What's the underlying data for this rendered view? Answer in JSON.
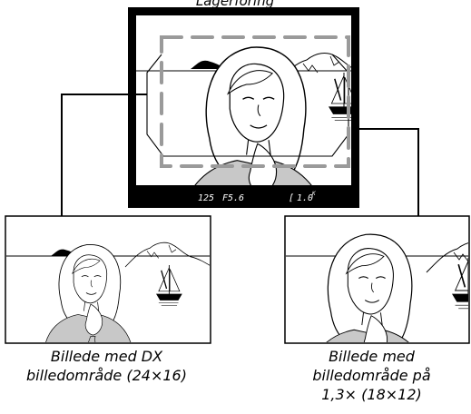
{
  "header_fragment": "Lagerforing",
  "viewfinder": {
    "shutter": "125",
    "aperture": "F5.6",
    "exposure_bracket": "[",
    "frames_remaining": "1.0",
    "frames_unit": "K"
  },
  "captions": {
    "dx": {
      "line1": "Billede med DX",
      "line2": "billedområde (24×16)"
    },
    "crop": {
      "line1": "Billede med",
      "line2": "billedområde på",
      "line3": "1,3× (18×12)"
    }
  },
  "colors": {
    "frame": "#000000",
    "crop_marks": "#9a9a9a",
    "status_bar": "#000000",
    "status_text": "#ffffff",
    "sweater": "#c8c8c8"
  }
}
